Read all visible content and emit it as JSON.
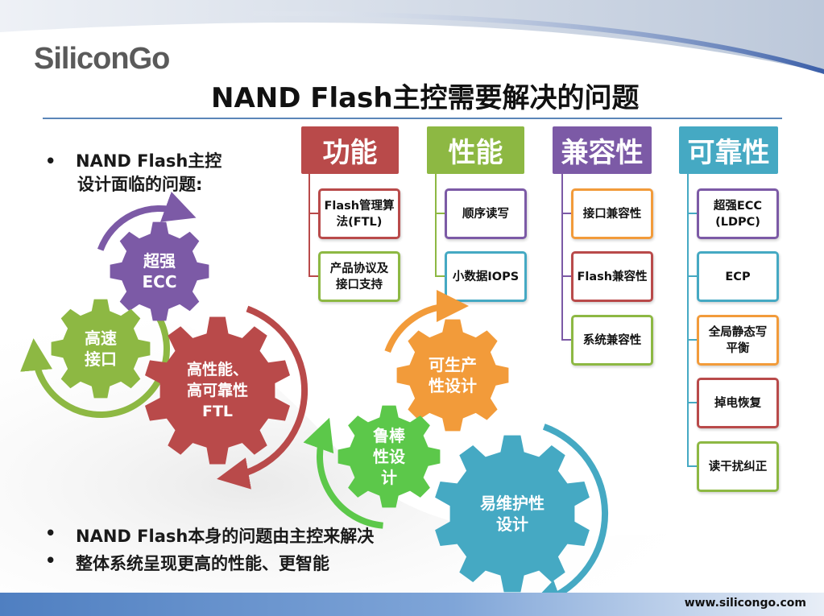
{
  "logo": {
    "text": "SiliconGo"
  },
  "title": "NAND Flash主控需要解决的问题",
  "bullets": {
    "intro_line1": "NAND Flash主控",
    "intro_line2": "设计面临的问题:",
    "bottom1": "NAND Flash本身的问题由主控来解决",
    "bottom2": "整体系统呈现更高的性能、更智能",
    "marker": "•"
  },
  "categories": [
    {
      "label": "功能",
      "color": "#b94a4a",
      "items": [
        "Flash管理算\n法(FTL)",
        "产品协议及\n接口支持"
      ],
      "item_border": "#8db843"
    },
    {
      "label": "性能",
      "color": "#8db843",
      "items": [
        "顺序读写",
        "小数据IOPS"
      ],
      "item_border": "#7c5aa6"
    },
    {
      "label": "兼容性",
      "color": "#7c5aa6",
      "items": [
        "接口兼容性",
        "Flash兼容性",
        "系统兼容性"
      ],
      "item_border": "#f29b3a"
    },
    {
      "label": "可靠性",
      "color": "#45a9c3",
      "items": [
        "超强ECC\n(LDPC)",
        "ECP",
        "全局静态写\n平衡",
        "掉电恢复",
        "读干扰纠正"
      ],
      "item_border": "#b94a4a"
    }
  ],
  "gears": [
    {
      "label": "超强\nECC",
      "color": "#7c5aa6"
    },
    {
      "label": "高速\n接口",
      "color": "#8db843"
    },
    {
      "label": "高性能、\n高可靠性\nFTL",
      "color": "#b94a4a"
    },
    {
      "label": "可生产\n性设计",
      "color": "#f29b3a"
    },
    {
      "label": "鲁棒\n性设\n计",
      "color": "#5cc84a"
    },
    {
      "label": "易维护性\n设计",
      "color": "#45a9c3"
    }
  ],
  "footer": {
    "url": "www.silicongo.com"
  }
}
